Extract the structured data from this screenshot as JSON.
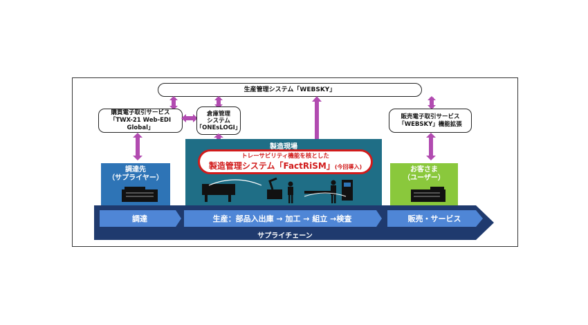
{
  "top_system": {
    "label": "生産管理システム「WEBSKY」"
  },
  "purchase_box": {
    "line1": "購買電子取引サービス",
    "line2": "「TWX-21 Web-EDI Global」"
  },
  "warehouse_box": {
    "line1": "倉庫管理",
    "line2": "システム",
    "line3": "「ONEsLOGI」"
  },
  "sales_box": {
    "line1": "販売電子取引サービス",
    "line2": "「WEBSKY」機能拡張"
  },
  "supplier": {
    "line1": "調達先",
    "line2": "（サプライヤー）"
  },
  "factory": {
    "title": "製造現場",
    "line1": "トレーサビリティ機能を核とした",
    "line2": "製造管理システム「FactRiSM」",
    "line2_suffix": "(今回導入)"
  },
  "customer": {
    "line1": "お客さま",
    "line2": "（ユーザー）"
  },
  "chain": {
    "step1": "調達",
    "step2": "生産：部品入出庫 → 加工 → 組立 →検査",
    "step3": "販売・サービス",
    "label": "サプライチェーン"
  },
  "colors": {
    "arrow": "#b14bb0",
    "green": "#8ac83c",
    "blue_panel": "#2e74b6",
    "teal_panel": "#1f6e86",
    "chain_dark": "#1f3a6e",
    "chevron": "#4f86d6",
    "red": "#d11b1b"
  }
}
